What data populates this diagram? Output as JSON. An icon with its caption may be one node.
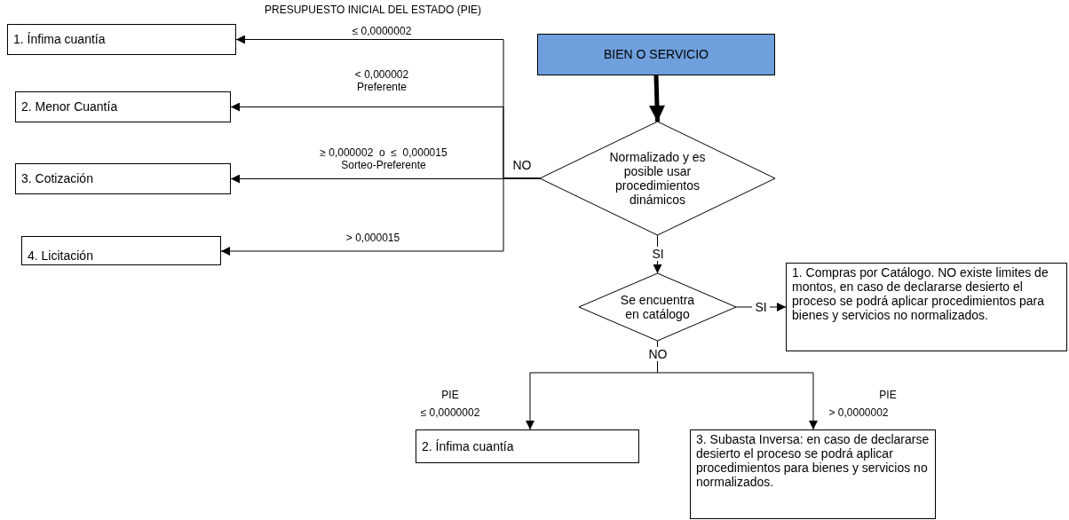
{
  "diagram": {
    "nodes": [
      {
        "text": [
          "BIEN O SERVICIO"
        ]
      },
      {
        "text": [
          "Normalizado y es posible usar procedimientos dinámicos"
        ]
      },
      {
        "text": [
          "1. Ínfima cuantía"
        ]
      },
      {
        "text": [
          "2. Menor Cuantía"
        ]
      },
      {
        "text": [
          "3. Cotización"
        ]
      },
      {
        "text": [
          "4. Licitación"
        ]
      },
      {
        "text": [
          "Se encuentra en catálogo"
        ]
      },
      {
        "text": [
          "1. Compras por Catálogo. NO existe limites de montos, en caso de declararse desierto el proceso se podrá aplicar procedimientos para bienes y servicios no normalizados."
        ]
      },
      {
        "text": [
          "2. Ínfima cuantía"
        ]
      },
      {
        "text": [
          "3. Subasta Inversa: en caso de declararse desierto el proceso se podrá aplicar procedimientos para  bienes y servicios no normalizados."
        ]
      }
    ],
    "edges": [
      {
        "from": 0,
        "to": 1,
        "arrow": "to",
        "style": "thick"
      },
      {
        "from": 1,
        "to": 2,
        "arrow": "to",
        "label": "≤ 0,0000002"
      },
      {
        "from": 1,
        "to": 3,
        "arrow": "to",
        "label": "< 0,000002 Preferente"
      },
      {
        "from": 1,
        "to": 4,
        "arrow": "to",
        "label": "≥ 0,000002  o  ≤  0,000015 Sorteo-Preferente"
      },
      {
        "from": 1,
        "to": 5,
        "arrow": "to",
        "label": "> 0,000015"
      },
      {
        "from": 1,
        "to": 6,
        "arrow": "to",
        "label": "SI"
      },
      {
        "from": 6,
        "to": 7,
        "arrow": "to",
        "label": "SI"
      },
      {
        "from": 6,
        "to": 8,
        "arrow": "to",
        "label": "≤ 0,0000002"
      },
      {
        "from": 6,
        "to": 9,
        "arrow": "to",
        "label": "> 0,0000002"
      }
    ],
    "labels": [
      "PRESUPUESTO INICIAL DEL ESTADO (PIE)",
      "NO",
      "NO",
      "PIE",
      "PIE"
    ]
  }
}
